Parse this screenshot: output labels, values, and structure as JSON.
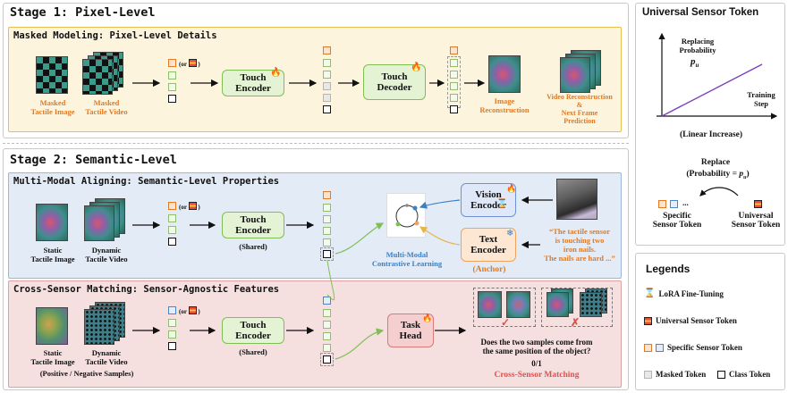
{
  "stage1": {
    "title": "Stage 1: Pixel-Level",
    "subtitle": "Masked Modeling: Pixel-Level Details",
    "masked_image_label": "Masked\nTactile Image",
    "masked_video_label": "Masked\nTactile Video",
    "or_text": "(or",
    "or_close": ")",
    "encoder_label": "Touch\nEncoder",
    "decoder_label": "Touch\nDecoder",
    "image_recon_label": "Image\nReconstruction",
    "video_recon_label": "Video Reconstruction\n&\nNext Frame\nPrediction"
  },
  "stage2": {
    "title": "Stage 2: Semantic-Level",
    "align_subtitle": "Multi-Modal Aligning: Semantic-Level Properties",
    "match_subtitle": "Cross-Sensor Matching: Sensor-Agnostic Features",
    "static_label": "Static\nTactile Image",
    "dynamic_label": "Dynamic\nTactile Video",
    "encoder_label": "Touch\nEncoder",
    "shared_label": "(Shared)",
    "vision_encoder": "Vision\nEncoder",
    "text_encoder": "Text\nEncoder",
    "anchor_label": "(Anchor)",
    "contrastive_label": "Multi-Modal\nContrastive Learning",
    "quote": "“The tactile sensor\nis touching two\niron nails.\nThe nails are hard ...”",
    "samples_label": "(Positive / Negative Samples)",
    "task_head": "Task\nHead",
    "question": "Does the two samples come from\nthe same position of the object?",
    "answer": "0/1",
    "cross_label": "Cross-Sensor Matching",
    "check": "✓",
    "cross": "✗"
  },
  "universal": {
    "title": "Universal Sensor Token",
    "yaxis": "Replacing\nProbability",
    "pu": "p",
    "pu_sub": "u",
    "xaxis": "Training\nStep",
    "linear": "(Linear Increase)",
    "replace": "Replace",
    "replace_prob": "(Probability = ",
    "replace_prob_end": ")",
    "ellipsis": "...",
    "specific": "Specific\nSensor Token",
    "universal_token": "Universal\nSensor Token"
  },
  "legends": {
    "title": "Legends",
    "items": [
      "LoRA Fine-Tuning",
      "Universal Sensor Token",
      "Specific Sensor Token",
      "Masked Token",
      "Class Token"
    ]
  },
  "colors": {
    "stage1_bg": "#fdf4dd",
    "stage1_border": "#e8bf52",
    "align_bg": "#e3ebf6",
    "align_border": "#9fb6dc",
    "match_bg": "#f5dfdf",
    "match_border": "#d9a3a3",
    "accent_orange": "#e07a24",
    "accent_red": "#d9534f",
    "accent_blue": "#3b7fc4",
    "line_purple": "#7a3fbf"
  },
  "icons": [
    "fire-icon",
    "snowflake-icon",
    "hourglass-icon",
    "check-icon",
    "cross-icon"
  ]
}
